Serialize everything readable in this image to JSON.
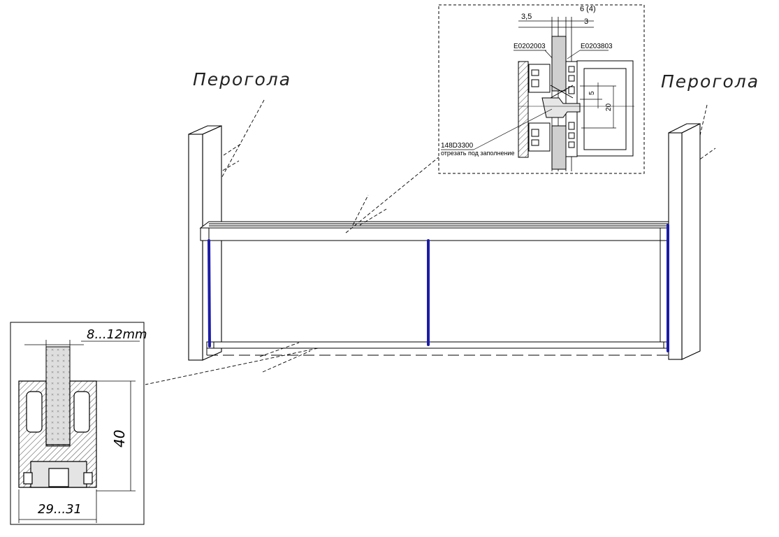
{
  "labels": {
    "pergola_left": "Перогола",
    "pergola_right": "Перогола"
  },
  "detail_top": {
    "dim_35": "3,5",
    "dim_6_4": "6 (4)",
    "dim_3": "3",
    "code_left": "E0202003",
    "code_right": "E0203803",
    "dim_5": "5",
    "dim_20": "20",
    "code_bottom": "148D3300",
    "note_bottom": "отрезать под заполнение"
  },
  "detail_bottom": {
    "dim_glass": "8...12mm",
    "dim_height": "40",
    "dim_width": "29...31"
  },
  "colors": {
    "line": "#000000",
    "accent_post": "#1c1ca8",
    "hatch": "#444444"
  }
}
